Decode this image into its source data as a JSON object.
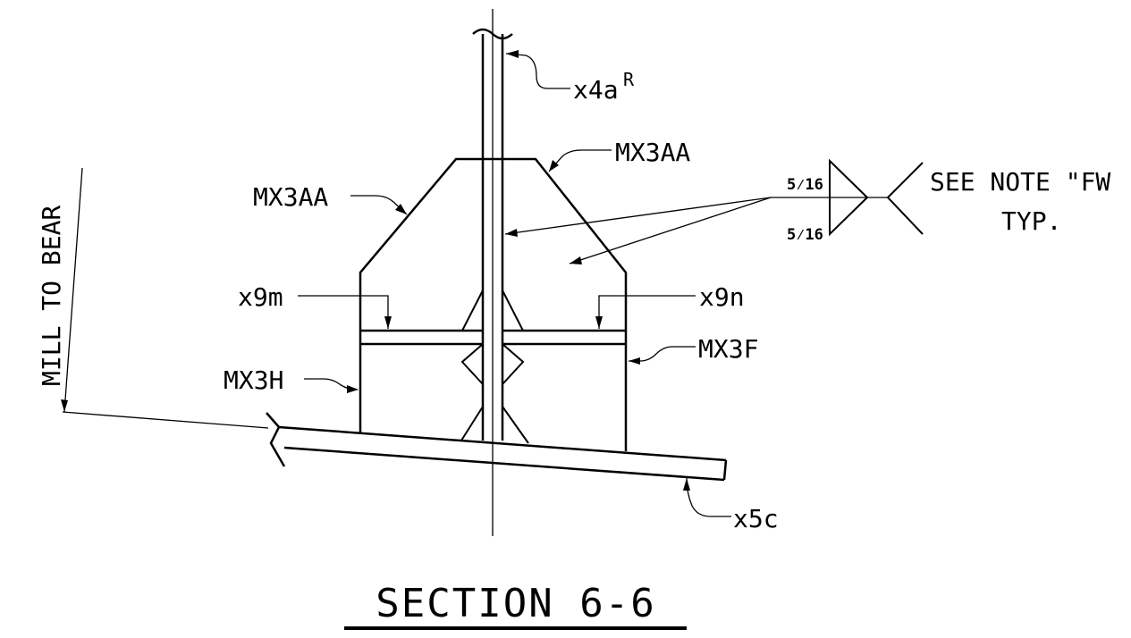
{
  "labels": {
    "x4a": "x4a",
    "x4a_sup": "R",
    "mx3aa_right": "MX3AA",
    "mx3aa_left": "MX3AA",
    "weld_size_top": "5⁄16",
    "weld_size_bottom": "5⁄16",
    "note_line1": "SEE NOTE \"FW",
    "note_line2": "TYP.",
    "mill_to_bear": "MILL TO BEAR",
    "x9m": "x9m",
    "x9n": "x9n",
    "mx3f": "MX3F",
    "mx3h": "MX3H",
    "x5c": "x5c"
  },
  "title": "SECTION 6-6"
}
